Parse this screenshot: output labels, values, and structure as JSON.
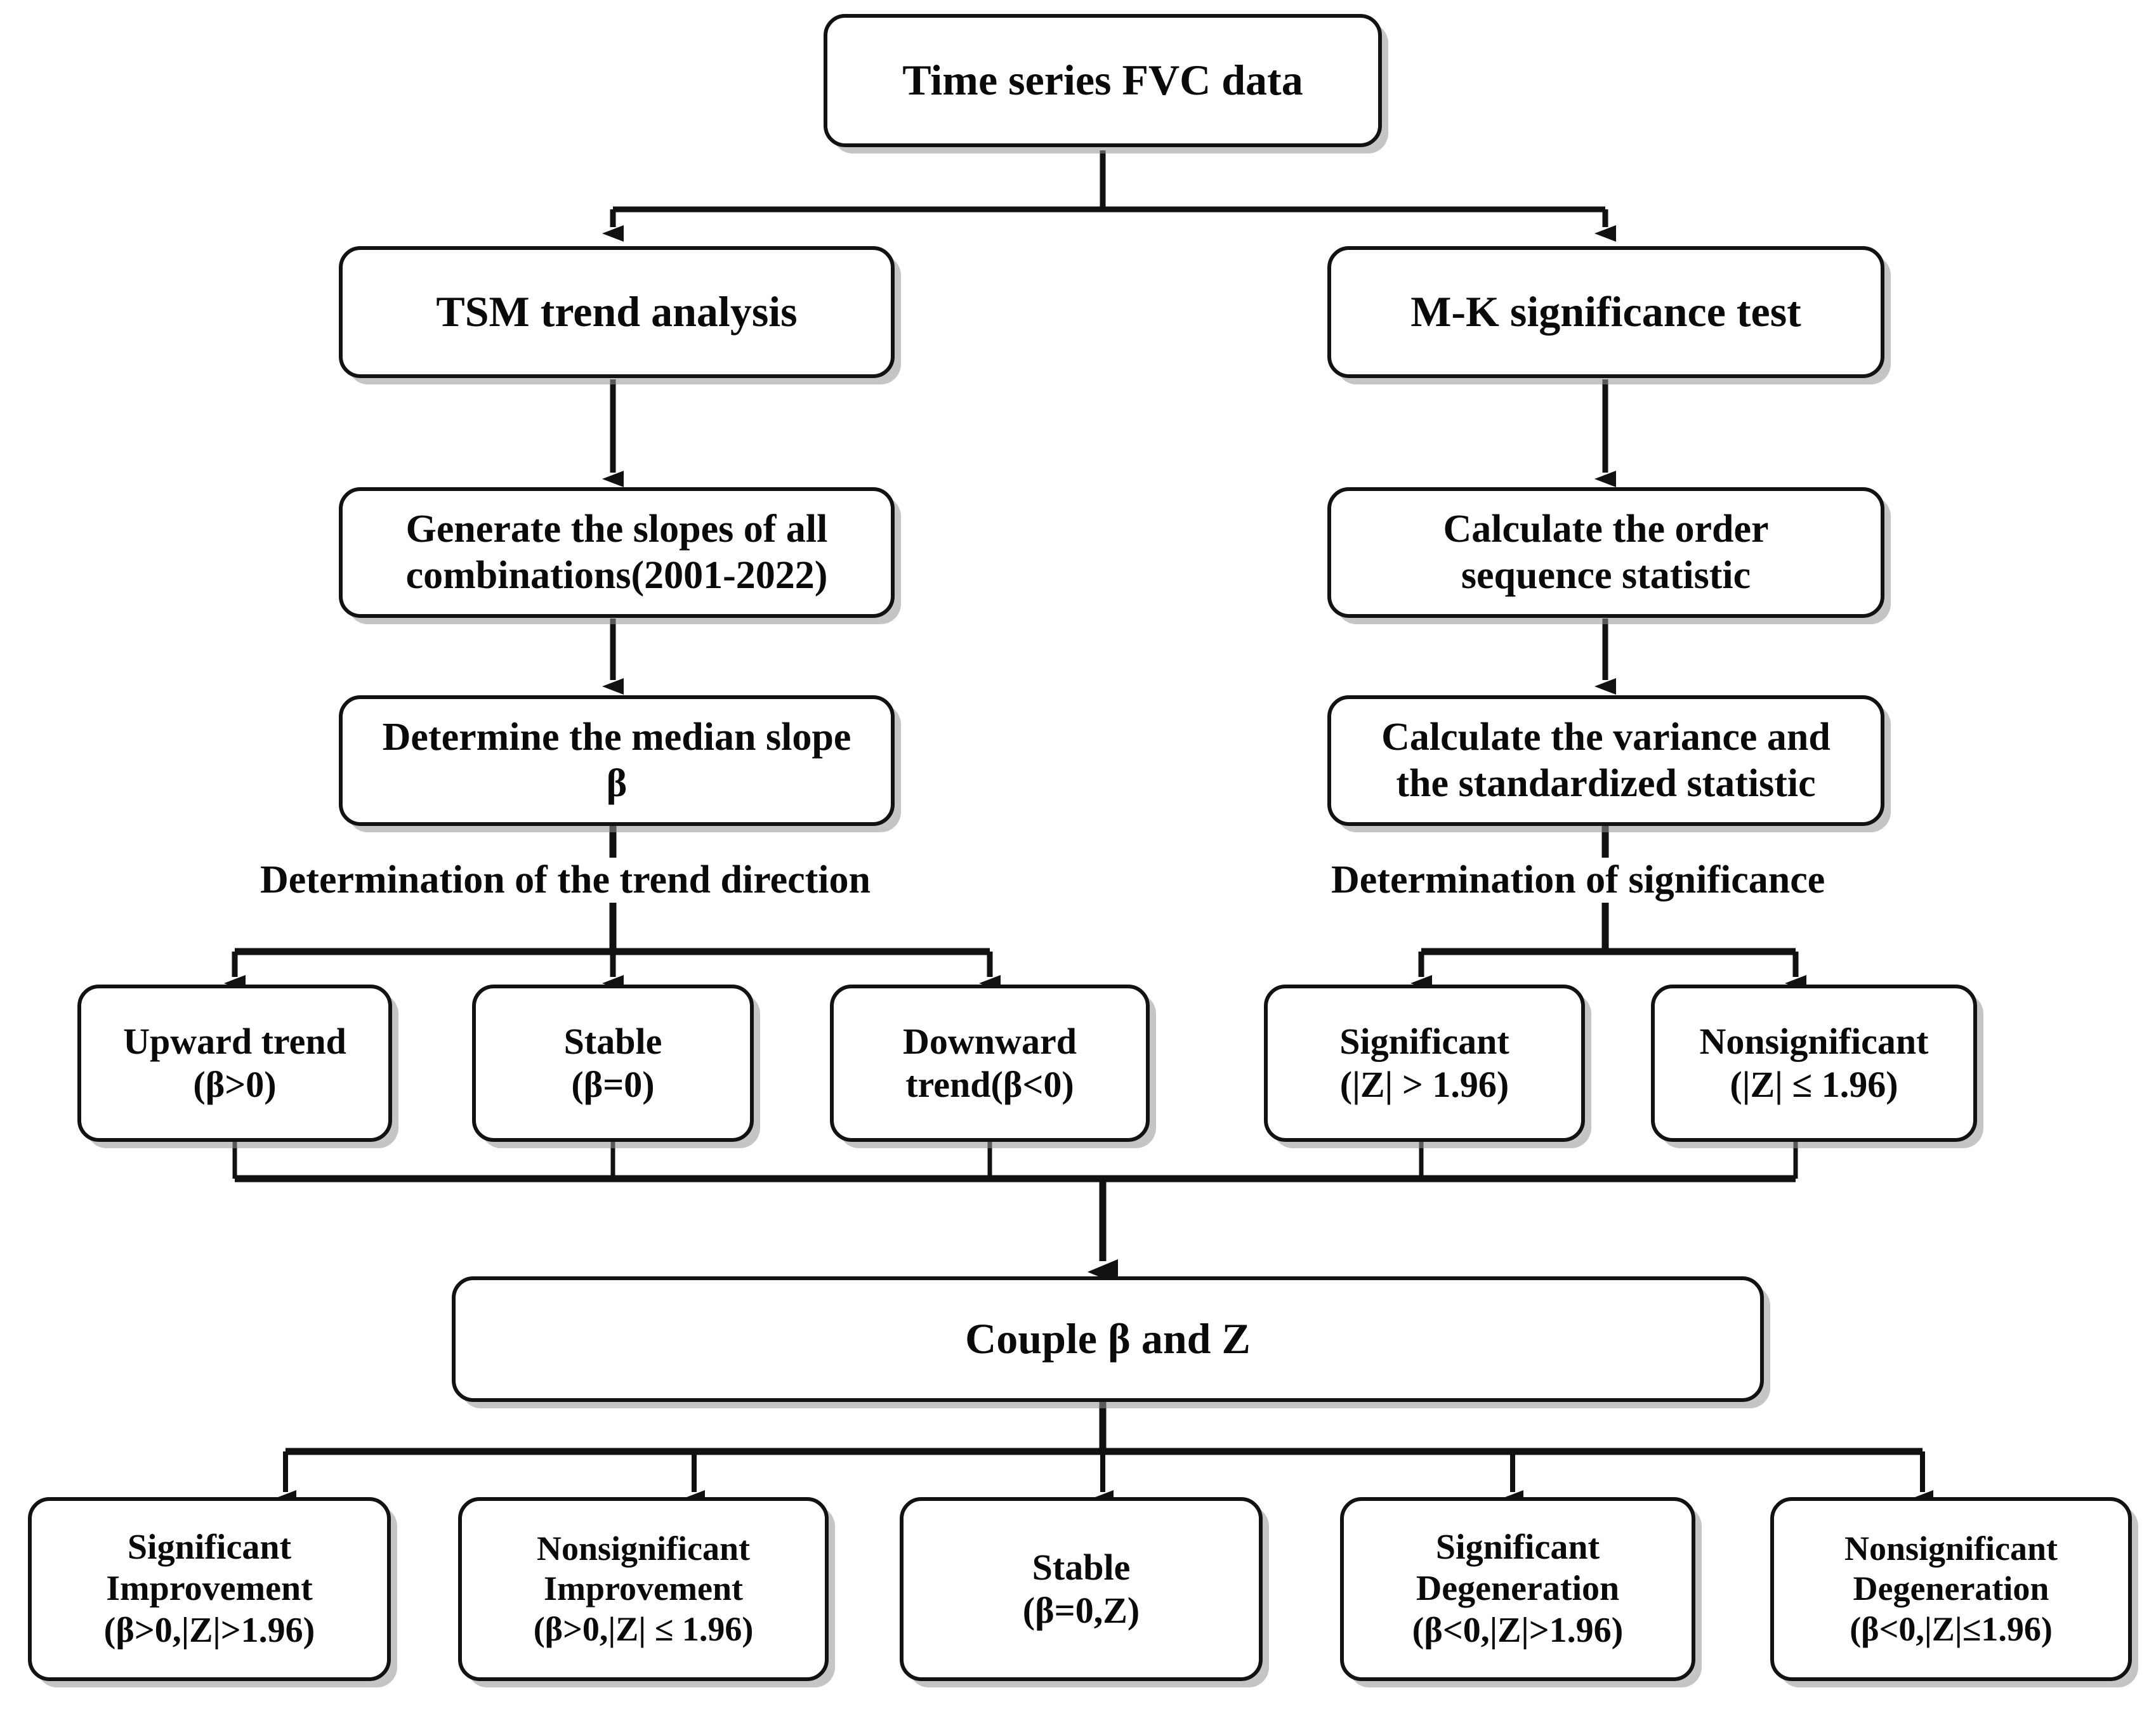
{
  "diagram": {
    "title": "FVC trend analysis flowchart",
    "colors": {
      "box_border": "#121212",
      "box_fill": "#ffffff",
      "line": "#111111",
      "shadow": "#969696",
      "text": "#0a0a0a"
    },
    "nodes": {
      "root": {
        "label": "Time series FVC data"
      },
      "tsm": {
        "label": "TSM trend analysis"
      },
      "mk": {
        "label": "M-K significance test"
      },
      "slopes": {
        "line1": "Generate the slopes of all",
        "line2": "combinations(2001-2022)"
      },
      "order_seq": {
        "line1": "Calculate the order",
        "line2": "sequence statistic"
      },
      "median_slope": {
        "line1": "Determine the median slope",
        "line2": "β"
      },
      "variance": {
        "line1": "Calculate the variance and",
        "line2": "the standardized statistic"
      },
      "upward": {
        "line1": "Upward trend",
        "line2": "(β>0)"
      },
      "stable_trend": {
        "line1": "Stable",
        "line2": "(β=0)"
      },
      "downward": {
        "line1": "Downward",
        "line2": "trend(β<0)"
      },
      "significant": {
        "line1": "Significant",
        "line2": "(|Z| > 1.96)"
      },
      "nonsignificant": {
        "line1": "Nonsignificant",
        "line2": "(|Z| ≤ 1.96)"
      },
      "couple": {
        "label": "Couple β and Z"
      },
      "sig_improve": {
        "line1": "Significant",
        "line2": "Improvement",
        "line3": "(β>0,|Z|>1.96)"
      },
      "nonsig_improve": {
        "line1": "Nonsignificant",
        "line2": "Improvement",
        "line3": "(β>0,|Z| ≤ 1.96)"
      },
      "stable_final": {
        "line1": "Stable",
        "line2": "(β=0,Z)"
      },
      "sig_degen": {
        "line1": "Significant",
        "line2": "Degeneration",
        "line3": "(β<0,|Z|>1.96)"
      },
      "nonsig_degen": {
        "line1": "Nonsignificant",
        "line2": "Degeneration",
        "line3": "(β<0,|Z|≤1.96)"
      }
    },
    "edge_labels": {
      "trend_direction": "Determination of the trend direction",
      "significance": "Determination of significance"
    }
  }
}
